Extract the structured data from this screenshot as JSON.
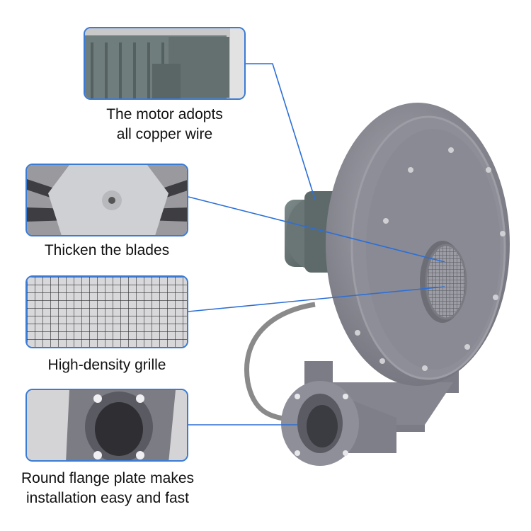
{
  "features": [
    {
      "caption_lines": [
        "The motor adopts",
        "all copper wire"
      ]
    },
    {
      "caption_lines": [
        "Thicken the blades"
      ]
    },
    {
      "caption_lines": [
        "High-density grille"
      ]
    },
    {
      "caption_lines": [
        "Round flange plate makes",
        "installation easy and fast"
      ]
    }
  ],
  "colors": {
    "frame": "#3a7bd5",
    "leader": "#2c6fd6",
    "blower_body": "#8d8d97"
  }
}
